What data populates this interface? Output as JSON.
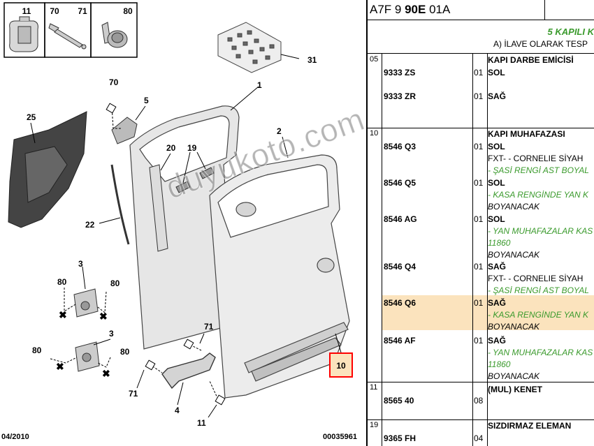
{
  "header": {
    "ref_prefix": "A7F 9 ",
    "ref_bold": "90E",
    "ref_suffix": " 01A"
  },
  "subheader": {
    "green_title": "5 KAPILI K",
    "spec": "A) İLAVE OLARAK TESP"
  },
  "diagram": {
    "top_boxes": [
      "11",
      "70",
      "71",
      "80"
    ],
    "callouts": [
      "31",
      "1",
      "2",
      "70",
      "5",
      "25",
      "20",
      "19",
      "22",
      "3",
      "80",
      "80",
      "3",
      "80",
      "80",
      "71",
      "71",
      "4",
      "11"
    ],
    "highlight_callout": "10",
    "footer_date": "04/2010",
    "footer_code": "00035961"
  },
  "groups": [
    {
      "num": "05",
      "rows": [
        {
          "ref": "",
          "qty": "",
          "lines": [
            {
              "text": "KAPI DARBE EMİCİSİ",
              "style": "bold"
            }
          ]
        },
        {
          "ref": "9333 ZS",
          "qty": "01",
          "lines": [
            {
              "text": "SOL",
              "style": "bold"
            }
          ]
        },
        {
          "ref": "9333 ZR",
          "qty": "01",
          "lines": [
            {
              "text": "SAĞ",
              "style": "bold"
            }
          ]
        }
      ]
    },
    {
      "num": "10",
      "rows": [
        {
          "ref": "",
          "qty": "",
          "lines": [
            {
              "text": "KAPI MUHAFAZASI",
              "style": "bold"
            }
          ]
        },
        {
          "ref": "8546 Q3",
          "qty": "01",
          "lines": [
            {
              "text": "SOL",
              "style": "bold"
            },
            {
              "text": "FXT- - CORNELIE SİYAH",
              "style": ""
            },
            {
              "text": "- ŞASİ RENGİ AST BOYAL",
              "style": "grn"
            }
          ]
        },
        {
          "ref": "8546 Q5",
          "qty": "01",
          "lines": [
            {
              "text": "SOL",
              "style": "bold"
            },
            {
              "text": "- KASA RENGİNDE YAN K",
              "style": "grn"
            },
            {
              "text": "BOYANACAK",
              "style": "it"
            }
          ]
        },
        {
          "ref": "8546 AG",
          "qty": "01",
          "lines": [
            {
              "text": "SOL",
              "style": "bold"
            },
            {
              "text": "- YAN MUHAFAZALAR KAS",
              "style": "grn"
            },
            {
              "text": "11860",
              "style": "grn"
            },
            {
              "text": "BOYANACAK",
              "style": "it"
            }
          ]
        },
        {
          "ref": "8546 Q4",
          "qty": "01",
          "lines": [
            {
              "text": "SAĞ",
              "style": "bold"
            },
            {
              "text": "FXT- - CORNELIE SİYAH",
              "style": ""
            },
            {
              "text": "- ŞASİ RENGİ AST BOYAL",
              "style": "grn"
            }
          ]
        },
        {
          "ref": "8546 Q6",
          "qty": "01",
          "lines": [
            {
              "text": "SAĞ",
              "style": "bold"
            },
            {
              "text": "- KASA RENGİNDE YAN K",
              "style": "grn"
            },
            {
              "text": "BOYANACAK",
              "style": "it"
            }
          ]
        },
        {
          "ref": "8546 AF",
          "qty": "01",
          "lines": [
            {
              "text": "SAĞ",
              "style": "bold"
            },
            {
              "text": "- YAN MUHAFAZALAR KAS",
              "style": "grn"
            },
            {
              "text": "11860",
              "style": "grn"
            },
            {
              "text": "BOYANACAK",
              "style": "it"
            }
          ]
        }
      ]
    },
    {
      "num": "11",
      "rows": [
        {
          "ref": "",
          "qty": "",
          "lines": [
            {
              "text": "(MUL) KENET",
              "style": "bold"
            }
          ]
        },
        {
          "ref": "8565 40",
          "qty": "08",
          "lines": []
        }
      ]
    },
    {
      "num": "19",
      "rows": [
        {
          "ref": "",
          "qty": "",
          "lines": [
            {
              "text": "SIZDIRMAZ ELEMAN",
              "style": "bold"
            }
          ]
        },
        {
          "ref": "9365 FH",
          "qty": "04",
          "lines": []
        }
      ]
    }
  ],
  "watermark": "duyukoto.com",
  "colors": {
    "highlight_row": "#fbe3bd",
    "highlight_box": "#ff0000",
    "green_text": "#3a9a2c"
  }
}
